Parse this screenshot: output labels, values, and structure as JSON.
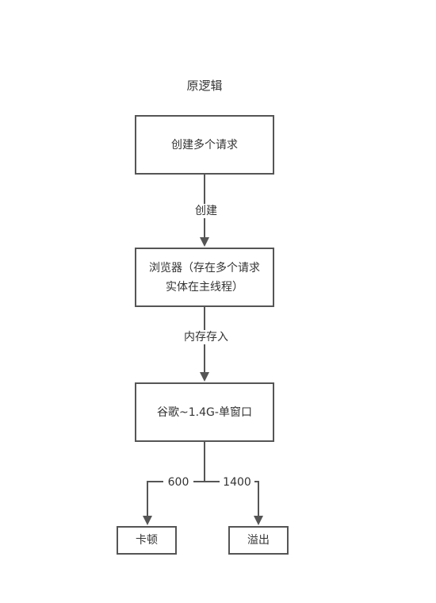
{
  "diagram": {
    "title": "原逻辑",
    "nodes": {
      "create": "创建多个请求",
      "browser_line1": "浏览器（存在多个请求",
      "browser_line2": "实体在主线程）",
      "chrome": "谷歌~1.4G-单窗口",
      "lag": "卡顿",
      "overflow": "溢出"
    },
    "edges": {
      "create": "创建",
      "store": "内存存入",
      "left_branch": "600",
      "right_branch": "1400"
    },
    "colors": {
      "line": "#555555",
      "text": "#333333"
    }
  }
}
